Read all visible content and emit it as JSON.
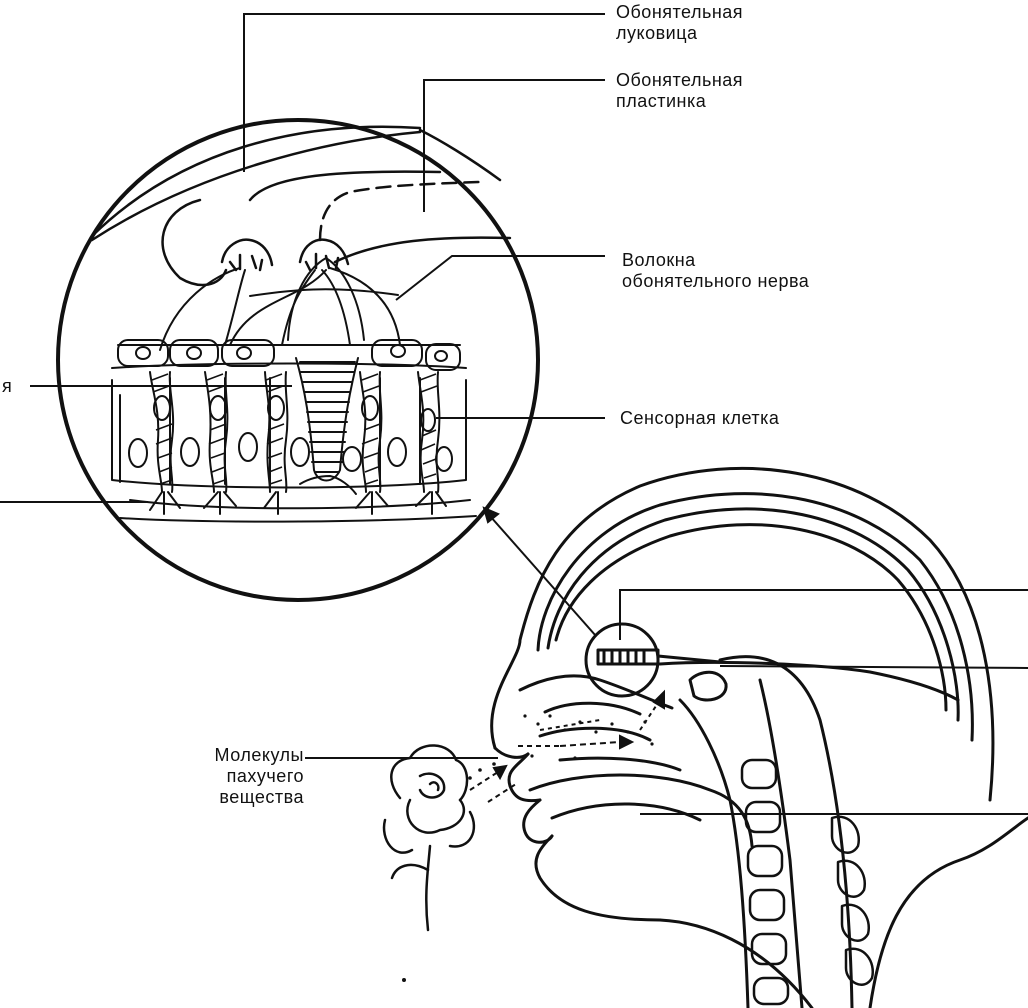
{
  "labels": {
    "olfactory_bulb": "Обонятельная\nлуковица",
    "olfactory_plate": "Обонятельная\nпластинка",
    "nerve_fibers": "Волокна\nобонятельного нерва",
    "sensory_cell": "Сенсорная клетка",
    "odor_molecules": "Молекулы\nпахучего\nвещества",
    "cut_left_fragment": "я"
  },
  "colors": {
    "ink": "#111111",
    "background": "#ffffff"
  }
}
